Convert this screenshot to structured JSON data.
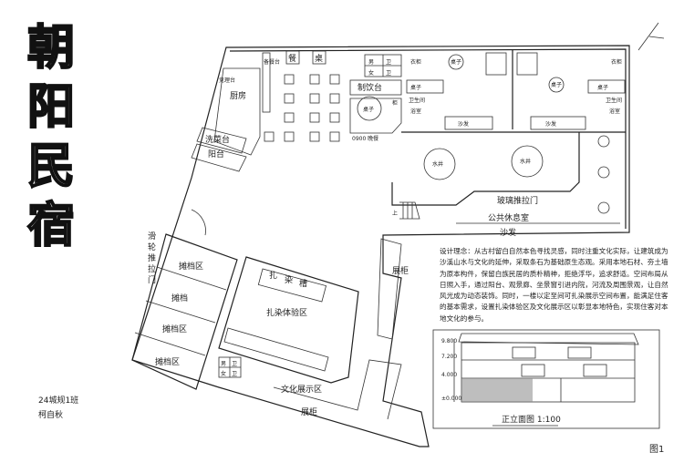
{
  "title_chars": [
    "朝",
    "阳",
    "民",
    "宿"
  ],
  "author": {
    "class": "24城规1班",
    "name": "柯自秋"
  },
  "figure_label": "图1",
  "design_concept": "设计理念：从古村留白自然本色寻找灵感，同时注重文化实际，让建筑成为沙溪山水与文化的延伸，采取条石为基础原生态观。采用本地石材、夯土墙为原本构件，保留白族民居的质朴精神，拒绝浮华，追求舒适。空间布局从日照入手，通过阳台、观景廊、坐景窗引进内院，河流及周围景观，让自然风光成为动态装饰。同时，一楼以定至间可扎染展示空间布置，能满足住客的基本需求，设置扎染体验区及文化展示区以彰显本地特色，实现住客对本地文化的参与。",
  "plan": {
    "kitchen": "厨房",
    "prep_counter": "竞理台",
    "wash_counter": "洗菜台",
    "balcony": "阳台",
    "side_counter": "备餐台",
    "dining": [
      "餐",
      "桌"
    ],
    "restroom": [
      "男",
      "卫",
      "女",
      "卫"
    ],
    "serving_counter": "制饮台",
    "round_table": "桌子",
    "cabinet_small": "柜",
    "menu_text": "0900 晚餐",
    "wardrobe": "衣柜",
    "table": "桌子",
    "bathroom": "卫生间",
    "shower": "浴室",
    "sofa": "沙发",
    "well": "水井",
    "glass_door": "玻璃推拉门",
    "lounge": "公共休息室",
    "stairs_up": "上",
    "sliding_door": [
      "滑",
      "轮",
      "推",
      "拉",
      "门"
    ],
    "stalls": [
      "摊档区",
      "摊档",
      "摊档区",
      "摊档区"
    ],
    "dye_pool": [
      "扎",
      "染",
      "槽"
    ],
    "dye_area": "扎染体验区",
    "display_cabinet": "展柜",
    "culture_area": "文化展示区",
    "restroom2": [
      "男",
      "卫",
      "女",
      "卫"
    ]
  },
  "elevation": {
    "title": "正立面图 1:100",
    "levels": [
      "9.800",
      "7.200",
      "4.000",
      "±0.000"
    ]
  }
}
